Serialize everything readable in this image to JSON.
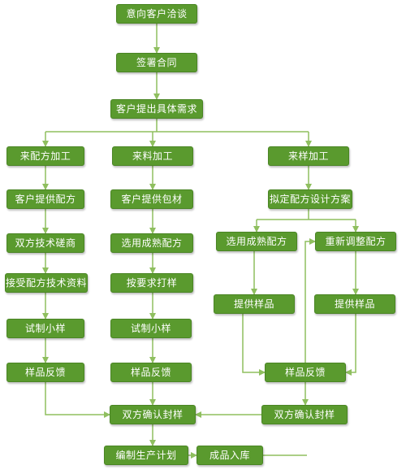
{
  "colors": {
    "node_fill": "#5a9a2e",
    "line": "#8fbf5f",
    "text": "#ffffff"
  },
  "nodes": {
    "intent": "意向客户洽谈",
    "sign": "签署合同",
    "requirements": "客户提出具体需求",
    "formula_processing": "来配方加工",
    "material_processing": "来料加工",
    "sample_processing": "来样加工",
    "customer_formula": "客户提供配方",
    "customer_packaging": "客户提供包材",
    "draft_plan": "拟定配方设计方案",
    "tech_negotiation": "双方技术磋商",
    "select_formula_mid": "选用成熟配方",
    "select_formula_right": "选用成熟配方",
    "readjust_formula": "重新调整配方",
    "accept_tech_data": "接受配方技术资料",
    "proof_request": "按要求打样",
    "provide_sample_a": "提供样品",
    "provide_sample_b": "提供样品",
    "trial_a": "试制小样",
    "trial_b": "试制小样",
    "feedback_a": "样品反馈",
    "feedback_b": "样品反馈",
    "feedback_c": "样品反馈",
    "confirm_main": "双方确认封样",
    "confirm_right": "双方确认封样",
    "production_plan": "编制生产计划",
    "warehouse": "成品入库"
  }
}
